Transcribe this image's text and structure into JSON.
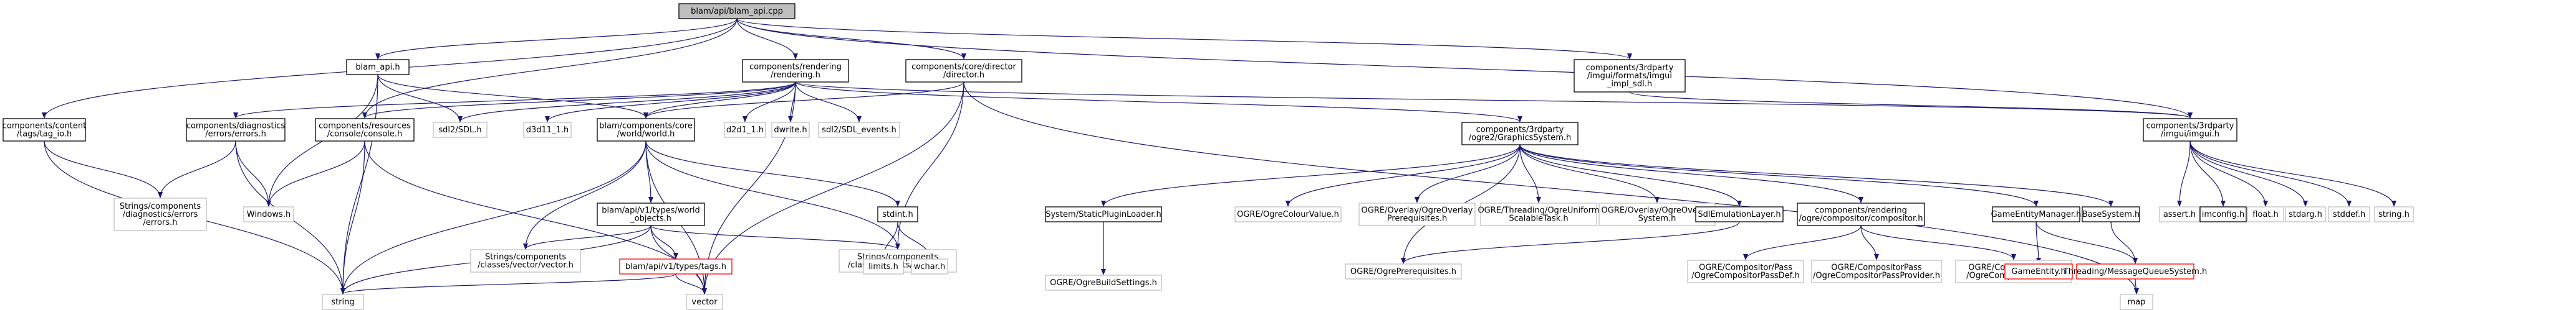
{
  "colors": {
    "root_fill": "#bfbfbf",
    "node_fill": "#ffffff",
    "node_border": "#000000",
    "external_border": "#bfbfbf",
    "missing_border": "#ff0000",
    "edge": "#191970"
  },
  "nodes": [
    {
      "id": "root",
      "kind": "root",
      "lines": [
        "blam/api/blam_api.cpp"
      ]
    },
    {
      "id": "blam_api_h",
      "kind": "normal",
      "lines": [
        "blam_api.h"
      ]
    },
    {
      "id": "rendering_h",
      "kind": "normal",
      "lines": [
        "components/rendering",
        "/rendering.h"
      ]
    },
    {
      "id": "director_h",
      "kind": "normal",
      "lines": [
        "components/core/director",
        "/director.h"
      ]
    },
    {
      "id": "imgui_impl_sdl_h",
      "kind": "normal",
      "lines": [
        "components/3rdparty",
        "/imgui/formats/imgui",
        "_impl_sdl.h"
      ]
    },
    {
      "id": "tag_io_h",
      "kind": "normal",
      "lines": [
        "components/content",
        "/tags/tag_io.h"
      ]
    },
    {
      "id": "errors_h",
      "kind": "normal",
      "lines": [
        "components/diagnostics",
        "/errors/errors.h"
      ]
    },
    {
      "id": "console_h",
      "kind": "normal",
      "lines": [
        "components/resources",
        "/console/console.h"
      ]
    },
    {
      "id": "sdl_h",
      "kind": "external",
      "lines": [
        "sdl2/SDL.h"
      ]
    },
    {
      "id": "d3d11_1_h",
      "kind": "external",
      "lines": [
        "d3d11_1.h"
      ]
    },
    {
      "id": "world_h",
      "kind": "normal",
      "lines": [
        "blam/components/core",
        "/world/world.h"
      ]
    },
    {
      "id": "d2d1_1_h",
      "kind": "external",
      "lines": [
        "d2d1_1.h"
      ]
    },
    {
      "id": "dwrite_h",
      "kind": "external",
      "lines": [
        "dwrite.h"
      ]
    },
    {
      "id": "sdl_events_h",
      "kind": "external",
      "lines": [
        "sdl2/SDL_events.h"
      ]
    },
    {
      "id": "graphics_system_h",
      "kind": "normal",
      "lines": [
        "components/3rdparty",
        "/ogre2/GraphicsSystem.h"
      ]
    },
    {
      "id": "imgui_h",
      "kind": "normal",
      "lines": [
        "components/3rdparty",
        "/imgui/imgui.h"
      ]
    },
    {
      "id": "strings_errors_h",
      "kind": "external",
      "lines": [
        "Strings/components",
        "/diagnostics/errors",
        "/errors.h"
      ]
    },
    {
      "id": "windows_h",
      "kind": "external",
      "lines": [
        "Windows.h"
      ]
    },
    {
      "id": "world_objects_h",
      "kind": "normal",
      "lines": [
        "blam/api/v1/types/world",
        "_objects.h"
      ]
    },
    {
      "id": "stdint_h",
      "kind": "normal",
      "lines": [
        "stdint.h"
      ]
    },
    {
      "id": "static_plugin_loader_h",
      "kind": "normal",
      "lines": [
        "System/StaticPluginLoader.h"
      ]
    },
    {
      "id": "ogre_colour_value_h",
      "kind": "external",
      "lines": [
        "OGRE/OgreColourValue.h"
      ]
    },
    {
      "id": "ogre_overlay_prereq_h",
      "kind": "external",
      "lines": [
        "OGRE/Overlay/OgreOverlay",
        "Prerequisites.h"
      ]
    },
    {
      "id": "ogre_uniform_task_h",
      "kind": "external",
      "lines": [
        "OGRE/Threading/OgreUniform",
        "ScalableTask.h"
      ]
    },
    {
      "id": "ogre_overlay_system_h",
      "kind": "external",
      "lines": [
        "OGRE/Overlay/OgreOverlay",
        "System.h"
      ]
    },
    {
      "id": "sdl_emulation_layer_h",
      "kind": "normal",
      "lines": [
        "SdlEmulationLayer.h"
      ]
    },
    {
      "id": "compositor_h",
      "kind": "normal",
      "lines": [
        "components/rendering",
        "/ogre/compositor/compositor.h"
      ]
    },
    {
      "id": "game_entity_manager_h",
      "kind": "normal",
      "lines": [
        "GameEntityManager.h"
      ]
    },
    {
      "id": "base_system_h",
      "kind": "normal",
      "lines": [
        "BaseSystem.h"
      ]
    },
    {
      "id": "assert_h",
      "kind": "external",
      "lines": [
        "assert.h"
      ]
    },
    {
      "id": "imconfig_h",
      "kind": "normal",
      "lines": [
        "imconfig.h"
      ]
    },
    {
      "id": "float_h",
      "kind": "external",
      "lines": [
        "float.h"
      ]
    },
    {
      "id": "stdarg_h",
      "kind": "external",
      "lines": [
        "stdarg.h"
      ]
    },
    {
      "id": "stddef_h",
      "kind": "external",
      "lines": [
        "stddef.h"
      ]
    },
    {
      "id": "string_h",
      "kind": "external",
      "lines": [
        "string.h"
      ]
    },
    {
      "id": "strings_vector_h",
      "kind": "external",
      "lines": [
        "Strings/components",
        "/classes/vector/vector.h"
      ]
    },
    {
      "id": "tags_h",
      "kind": "missing",
      "lines": [
        "blam/api/v1/types/tags.h"
      ]
    },
    {
      "id": "strings_events_h",
      "kind": "external",
      "lines": [
        "Strings/components",
        "/classes/events/events.h"
      ]
    },
    {
      "id": "limits_h",
      "kind": "external",
      "lines": [
        "limits.h"
      ]
    },
    {
      "id": "wchar_h",
      "kind": "external",
      "lines": [
        "wchar.h"
      ]
    },
    {
      "id": "ogre_build_settings_h",
      "kind": "external",
      "lines": [
        "OGRE/OgreBuildSettings.h"
      ]
    },
    {
      "id": "ogre_prereq_h",
      "kind": "external",
      "lines": [
        "OGRE/OgrePrerequisites.h"
      ]
    },
    {
      "id": "ogre_pass_def_h",
      "kind": "external",
      "lines": [
        "OGRE/Compositor/Pass",
        "/OgreCompositorPassDef.h"
      ]
    },
    {
      "id": "ogre_pass_provider_h",
      "kind": "external",
      "lines": [
        "OGRE/CompositorPass",
        "/OgreCompositorPassProvider.h"
      ]
    },
    {
      "id": "ogre_pass_h",
      "kind": "external",
      "lines": [
        "OGRE/CompositorPass",
        "/OgreCompositorPass.h"
      ]
    },
    {
      "id": "game_entity_h",
      "kind": "missing",
      "lines": [
        "GameEntity.h"
      ]
    },
    {
      "id": "message_queue_h",
      "kind": "missing",
      "lines": [
        "Threading/MessageQueueSystem.h"
      ]
    },
    {
      "id": "string",
      "kind": "external",
      "lines": [
        "string"
      ]
    },
    {
      "id": "vector",
      "kind": "external",
      "lines": [
        "vector"
      ]
    },
    {
      "id": "map",
      "kind": "external",
      "lines": [
        "map"
      ]
    }
  ],
  "edges": [
    [
      "root",
      "blam_api_h"
    ],
    [
      "root",
      "rendering_h"
    ],
    [
      "root",
      "director_h"
    ],
    [
      "root",
      "imgui_impl_sdl_h"
    ],
    [
      "root",
      "tag_io_h"
    ],
    [
      "root",
      "console_h"
    ],
    [
      "root",
      "imgui_h"
    ],
    [
      "blam_api_h",
      "sdl_h"
    ],
    [
      "blam_api_h",
      "world_h"
    ],
    [
      "blam_api_h",
      "windows_h"
    ],
    [
      "blam_api_h",
      "string"
    ],
    [
      "rendering_h",
      "errors_h"
    ],
    [
      "rendering_h",
      "console_h"
    ],
    [
      "rendering_h",
      "sdl_h"
    ],
    [
      "rendering_h",
      "d3d11_1_h"
    ],
    [
      "rendering_h",
      "world_h"
    ],
    [
      "rendering_h",
      "d2d1_1_h"
    ],
    [
      "rendering_h",
      "dwrite_h"
    ],
    [
      "rendering_h",
      "sdl_events_h"
    ],
    [
      "rendering_h",
      "graphics_system_h"
    ],
    [
      "rendering_h",
      "imgui_h"
    ],
    [
      "rendering_h",
      "vector"
    ],
    [
      "director_h",
      "world_h"
    ],
    [
      "director_h",
      "strings_events_h"
    ],
    [
      "director_h",
      "vector"
    ],
    [
      "director_h",
      "map"
    ],
    [
      "imgui_impl_sdl_h",
      "imgui_h"
    ],
    [
      "tag_io_h",
      "strings_errors_h"
    ],
    [
      "tag_io_h",
      "string"
    ],
    [
      "errors_h",
      "strings_errors_h"
    ],
    [
      "errors_h",
      "windows_h"
    ],
    [
      "errors_h",
      "string"
    ],
    [
      "console_h",
      "windows_h"
    ],
    [
      "console_h",
      "string"
    ],
    [
      "console_h",
      "vector"
    ],
    [
      "world_h",
      "world_objects_h"
    ],
    [
      "world_h",
      "stdint_h"
    ],
    [
      "world_h",
      "strings_vector_h"
    ],
    [
      "world_h",
      "strings_events_h"
    ],
    [
      "world_h",
      "string"
    ],
    [
      "world_h",
      "vector"
    ],
    [
      "graphics_system_h",
      "static_plugin_loader_h"
    ],
    [
      "graphics_system_h",
      "ogre_colour_value_h"
    ],
    [
      "graphics_system_h",
      "ogre_overlay_prereq_h"
    ],
    [
      "graphics_system_h",
      "ogre_uniform_task_h"
    ],
    [
      "graphics_system_h",
      "ogre_overlay_system_h"
    ],
    [
      "graphics_system_h",
      "sdl_emulation_layer_h"
    ],
    [
      "graphics_system_h",
      "compositor_h"
    ],
    [
      "graphics_system_h",
      "game_entity_manager_h"
    ],
    [
      "graphics_system_h",
      "base_system_h"
    ],
    [
      "graphics_system_h",
      "ogre_prereq_h"
    ],
    [
      "imgui_h",
      "assert_h"
    ],
    [
      "imgui_h",
      "imconfig_h"
    ],
    [
      "imgui_h",
      "float_h"
    ],
    [
      "imgui_h",
      "stdarg_h"
    ],
    [
      "imgui_h",
      "stddef_h"
    ],
    [
      "imgui_h",
      "string_h"
    ],
    [
      "world_objects_h",
      "strings_vector_h"
    ],
    [
      "world_objects_h",
      "tags_h"
    ],
    [
      "world_objects_h",
      "strings_events_h"
    ],
    [
      "world_objects_h",
      "string"
    ],
    [
      "world_objects_h",
      "vector"
    ],
    [
      "stdint_h",
      "limits_h"
    ],
    [
      "stdint_h",
      "wchar_h"
    ],
    [
      "static_plugin_loader_h",
      "ogre_build_settings_h"
    ],
    [
      "sdl_emulation_layer_h",
      "ogre_prereq_h"
    ],
    [
      "compositor_h",
      "ogre_pass_def_h"
    ],
    [
      "compositor_h",
      "ogre_pass_provider_h"
    ],
    [
      "compositor_h",
      "ogre_pass_h"
    ],
    [
      "game_entity_manager_h",
      "game_entity_h"
    ],
    [
      "game_entity_manager_h",
      "message_queue_h"
    ],
    [
      "base_system_h",
      "message_queue_h"
    ],
    [
      "message_queue_h",
      "map"
    ],
    [
      "tags_h",
      "string"
    ],
    [
      "tags_h",
      "vector"
    ]
  ]
}
